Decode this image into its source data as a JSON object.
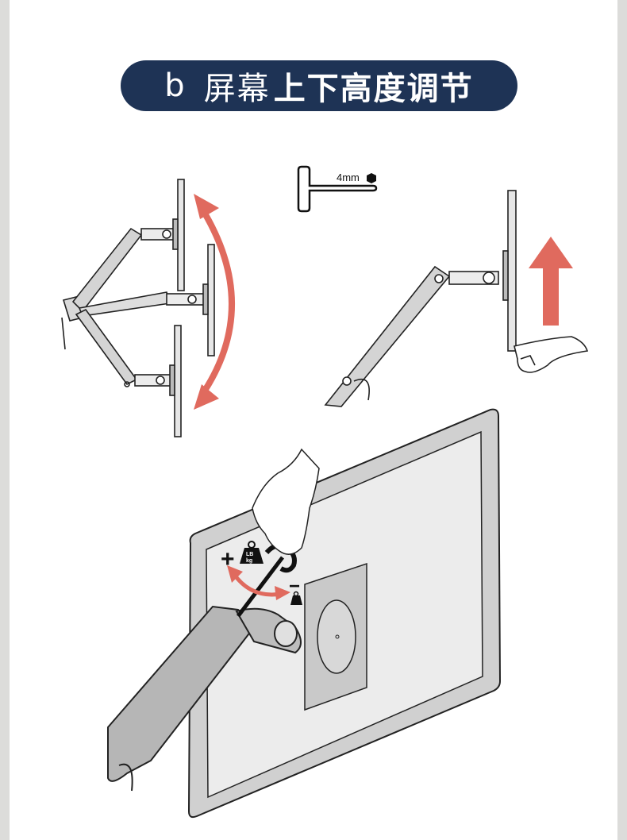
{
  "header": {
    "prefix": "b",
    "title_light": "屏幕",
    "title_bold": "上下高度调节"
  },
  "tool": {
    "size_label": "4mm",
    "icon": "hex-key-icon"
  },
  "adjust": {
    "weight_unit_top": "LB",
    "weight_unit_bottom": "kg",
    "increase_symbol": "+",
    "decrease_symbol": "−"
  },
  "colors": {
    "header_bg": "#1e3355",
    "arrow": "#e06a5e",
    "background": "#dcdcda"
  }
}
